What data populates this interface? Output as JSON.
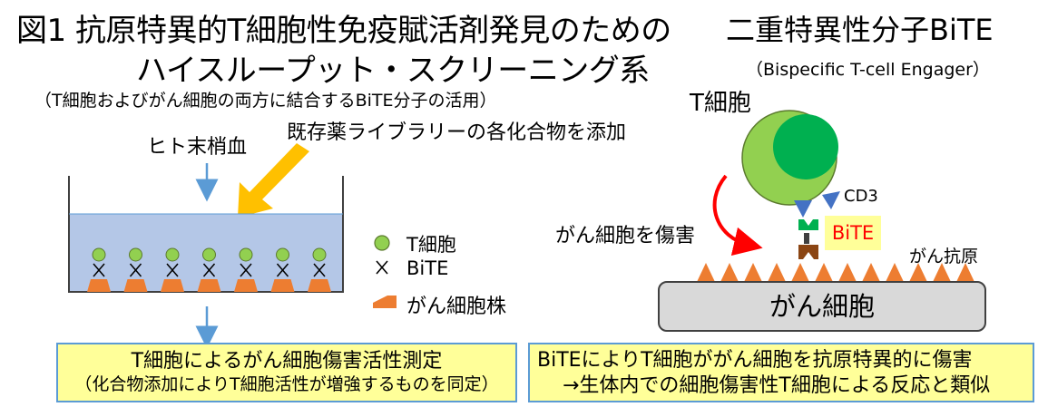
{
  "title": {
    "line1": "図1 抗原特異的T細胞性免疫賦活剤発見のための",
    "line2": "ハイスループット・スクリーニング系",
    "subtitle": "（T細胞およびがん細胞の両方に結合するBiTE分子の活用）"
  },
  "left": {
    "blood_label": "ヒト末梢血",
    "compound_label": "既存薬ライブラリーの各化合物を添加",
    "legend": {
      "tcell": "T細胞",
      "bite": "BiTE",
      "cancer": "がん細胞株"
    },
    "result_box": {
      "line1": "T細胞によるがん細胞傷害活性測定",
      "line2": "（化合物添加によりT細胞活性が増強するものを同定）"
    }
  },
  "right": {
    "title": "二重特異性分子BiTE",
    "subtitle": "（Bispecific T-cell Engager）",
    "tcell_label": "T細胞",
    "cd3_label": "CD3",
    "bite_label": "BiTE",
    "kill_label": "がん細胞を傷害",
    "antigen_label": "がん抗原",
    "cancer_label": "がん細胞",
    "result_box": {
      "line1": "BiTEによりT細胞ががん細胞を抗原特異的に傷害",
      "line2": "→生体内での細胞傷害性T細胞による反応と類似"
    }
  },
  "colors": {
    "tcell_outer": "#92d050",
    "tcell_inner": "#00b050",
    "well_fill": "#b4c7e7",
    "cancer_shape": "#ed7d31",
    "arrow_blue": "#5b9bd5",
    "arrow_red": "#ff0000",
    "highlight_yellow": "#ffff99",
    "cd3_blue": "#4472c4",
    "cancer_cell_gray": "#d9d9d9"
  }
}
